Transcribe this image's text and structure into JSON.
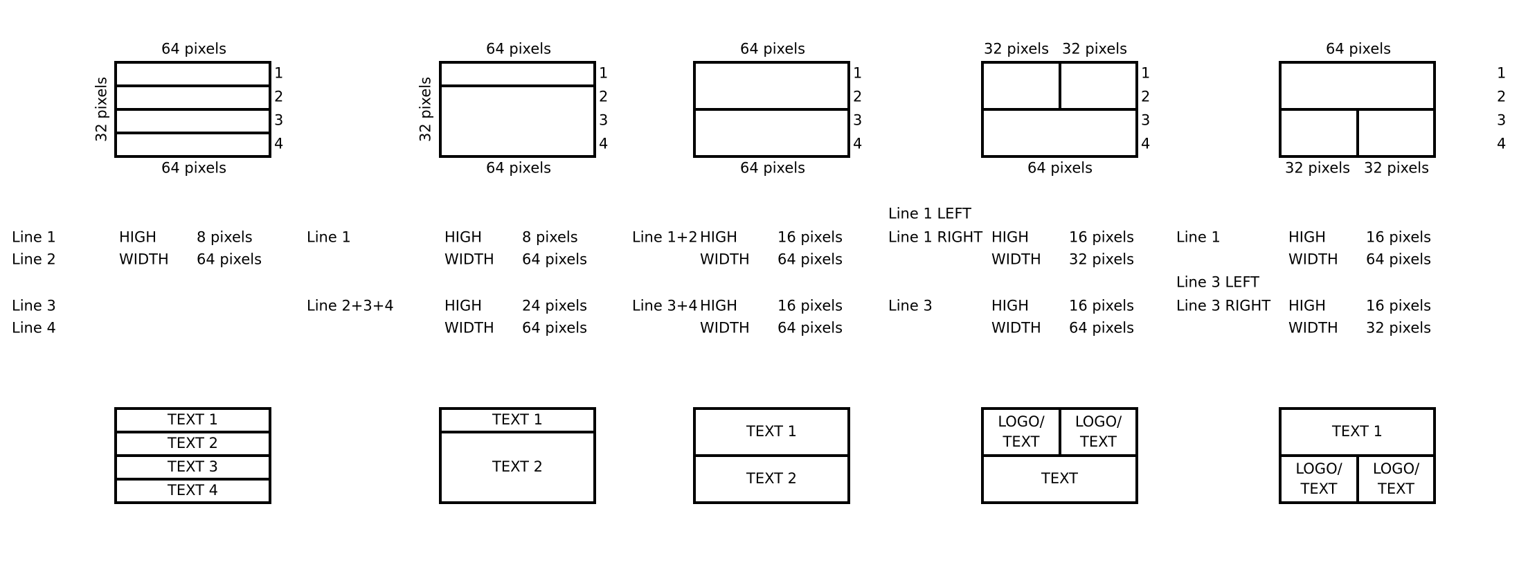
{
  "row_numbers": [
    "1",
    "2",
    "3",
    "4"
  ],
  "dims": {
    "w64": "64 pixels",
    "w32": "32 pixels",
    "h32": "32 pixels"
  },
  "spec_labels": {
    "high": "HIGH",
    "width": "WIDTH",
    "px8": "8 pixels",
    "px16": "16 pixels",
    "px24": "24 pixels",
    "px32": "32 pixels",
    "px64": "64 pixels"
  },
  "layouts": [
    {
      "lines": [
        "Line 1",
        "Line 2",
        "Line 3",
        "Line 4"
      ],
      "cells": [
        "TEXT 1",
        "TEXT 2",
        "TEXT 3",
        "TEXT 4"
      ]
    },
    {
      "lines": [
        "Line 1",
        "Line 2+3+4"
      ],
      "cells": [
        "TEXT 1",
        "TEXT 2"
      ]
    },
    {
      "lines": [
        "Line 1+2",
        "Line 3+4"
      ],
      "cells": [
        "TEXT 1",
        "TEXT 2"
      ]
    },
    {
      "lines": [
        "Line 1 LEFT",
        "Line 1 RIGHT",
        "Line 3"
      ],
      "cells": [
        "LOGO/\nTEXT",
        "LOGO/\nTEXT",
        "TEXT"
      ]
    },
    {
      "lines": [
        "Line 1",
        "Line 3 LEFT",
        "Line 3 RIGHT"
      ],
      "cells": [
        "TEXT 1",
        "LOGO/\nTEXT",
        "LOGO/\nTEXT"
      ]
    }
  ]
}
